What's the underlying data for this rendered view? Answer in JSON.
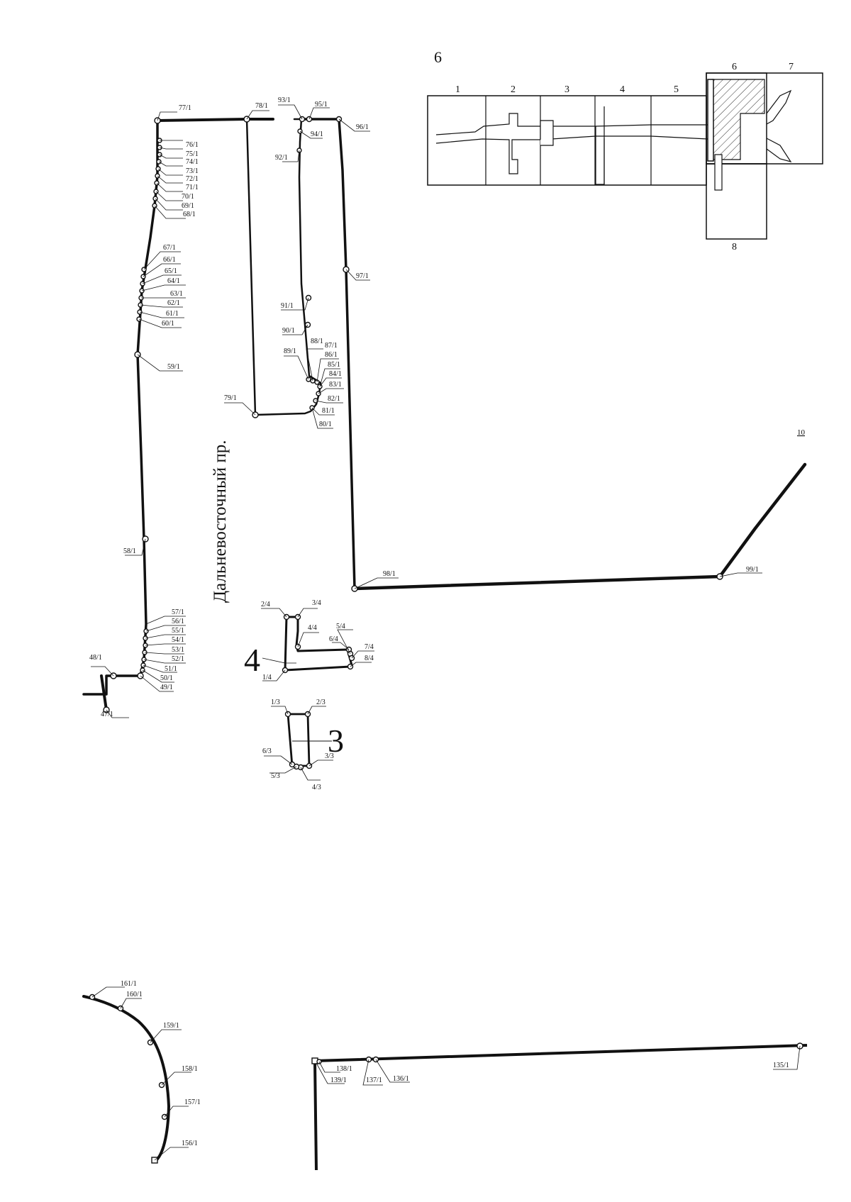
{
  "street_name": "Дальневосточный пр.",
  "route_numbers": {
    "n3": "3",
    "n4": "4",
    "n10": "10"
  },
  "inset": {
    "title": "6",
    "sections": [
      "1",
      "2",
      "3",
      "4",
      "5",
      "6",
      "7",
      "8"
    ]
  },
  "labels": {
    "p47": "47/1",
    "p48": "48/1",
    "p49": "49/1",
    "p50": "50/1",
    "p51": "51/1",
    "p52": "52/1",
    "p53": "53/1",
    "p54": "54/1",
    "p55": "55/1",
    "p56": "56/1",
    "p57": "57/1",
    "p58": "58/1",
    "p59": "59/1",
    "p60": "60/1",
    "p61": "61/1",
    "p62": "62/1",
    "p63": "63/1",
    "p64": "64/1",
    "p65": "65/1",
    "p66": "66/1",
    "p67": "67/1",
    "p68": "68/1",
    "p69": "69/1",
    "p70": "70/1",
    "p71": "71/1",
    "p72": "72/1",
    "p73": "73/1",
    "p74": "74/1",
    "p75": "75/1",
    "p76": "76/1",
    "p77": "77/1",
    "p78": "78/1",
    "p79": "79/1",
    "p80": "80/1",
    "p81": "81/1",
    "p82": "82/1",
    "p83": "83/1",
    "p84": "84/1",
    "p85": "85/1",
    "p86": "86/1",
    "p87": "87/1",
    "p88": "88/1",
    "p89": "89/1",
    "p90": "90/1",
    "p91": "91/1",
    "p92": "92/1",
    "p93": "93/1",
    "p94": "94/1",
    "p95": "95/1",
    "p96": "96/1",
    "p97": "97/1",
    "p98": "98/1",
    "p99": "99/1",
    "q1": "1/4",
    "q2": "2/4",
    "q3": "3/4",
    "q4": "4/4",
    "q5": "5/4",
    "q6": "6/4",
    "q7": "7/4",
    "q8": "8/4",
    "r1": "1/3",
    "r2": "2/3",
    "r3": "3/3",
    "r4": "4/3",
    "r5": "5/3",
    "r6": "6/3",
    "p135": "135/1",
    "p136": "136/1",
    "p137": "137/1",
    "p138": "138/1",
    "p139": "139/1",
    "p156": "156/1",
    "p157": "157/1",
    "p158": "158/1",
    "p159": "159/1",
    "p160": "160/1",
    "p161": "161/1"
  }
}
